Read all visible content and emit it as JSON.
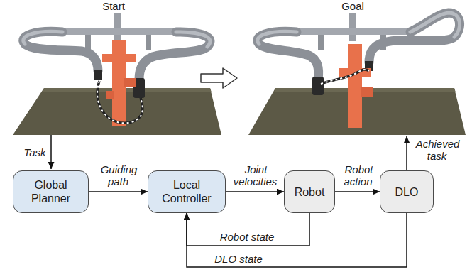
{
  "diagram": {
    "nodes": [
      {
        "text": [
          "Global Planner"
        ]
      },
      {
        "text": [
          "Local Controller"
        ]
      },
      {
        "text": [
          "Robot"
        ]
      },
      {
        "text": [
          "DLO"
        ]
      }
    ],
    "edges": [
      {
        "from": 0,
        "to": 1,
        "label": "Guiding path",
        "arrow": "to"
      },
      {
        "from": 1,
        "to": 2,
        "label": "Joint velocities",
        "arrow": "to"
      },
      {
        "from": 2,
        "to": 3,
        "label": "Robot action",
        "arrow": "to"
      },
      {
        "from": 2,
        "to": 1,
        "label": "Robot state",
        "arrow": "to"
      },
      {
        "from": 3,
        "to": 1,
        "label": "DLO state",
        "arrow": "to"
      }
    ],
    "labels": [
      "Start",
      "Goal",
      "Task",
      "Achieved task"
    ]
  }
}
